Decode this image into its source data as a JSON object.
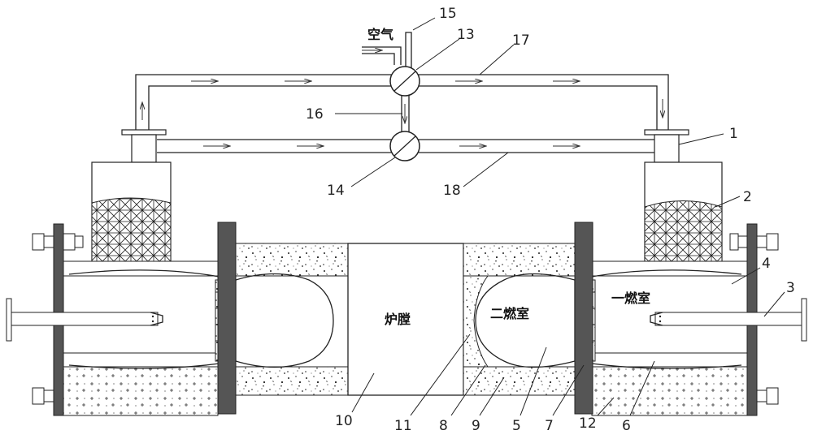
{
  "labels": {
    "air": "空气",
    "furnace": "炉膛",
    "secondary_chamber": "二燃室",
    "primary_chamber": "一燃室"
  },
  "part_numbers": {
    "n1": "1",
    "n2": "2",
    "n3": "3",
    "n4": "4",
    "n5": "5",
    "n6": "6",
    "n7": "7",
    "n8": "8",
    "n9": "9",
    "n10": "10",
    "n11": "11",
    "n12": "12",
    "n13": "13",
    "n14": "14",
    "n15": "15",
    "n16": "16",
    "n17": "17",
    "n18": "18"
  },
  "colors": {
    "line": "#222222",
    "fill_dark": "#555555",
    "background": "#ffffff"
  }
}
